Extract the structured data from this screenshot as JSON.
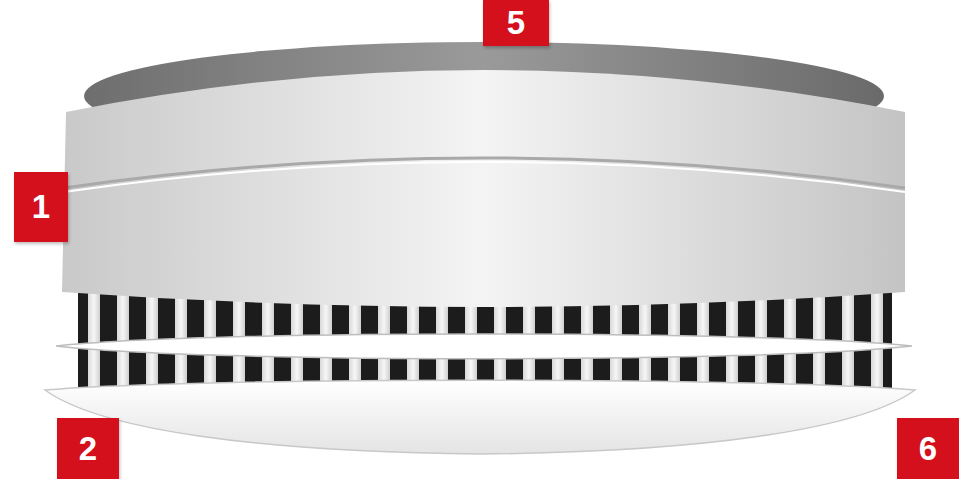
{
  "diagram": {
    "labels": [
      "5",
      "1",
      "2",
      "6"
    ]
  }
}
